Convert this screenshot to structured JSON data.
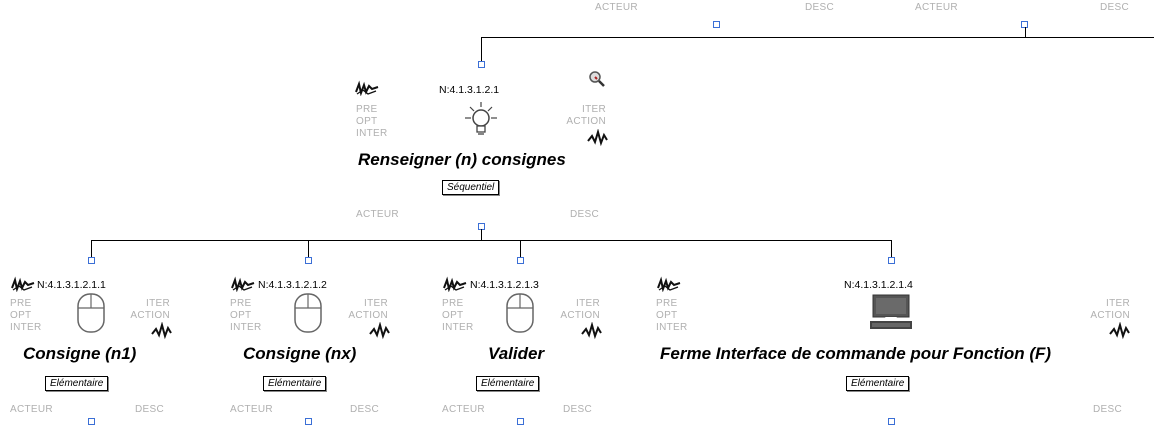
{
  "labels": {
    "pre": "PRE",
    "opt": "OPT",
    "inter": "INTER",
    "iter": "ITER",
    "action": "ACTION",
    "acteur": "ACTEUR",
    "desc": "DESC"
  },
  "parent": {
    "id": "N:4.1.3.1.2.1",
    "title": "Renseigner (n) consignes",
    "type": "Séquentiel"
  },
  "children": [
    {
      "id": "N:4.1.3.1.2.1.1",
      "title": "Consigne (n1)",
      "type": "Elémentaire",
      "icon": "mouse-icon"
    },
    {
      "id": "N:4.1.3.1.2.1.2",
      "title": "Consigne (nx)",
      "type": "Elémentaire",
      "icon": "mouse-icon"
    },
    {
      "id": "N:4.1.3.1.2.1.3",
      "title": "Valider",
      "type": "Elémentaire",
      "icon": "mouse-icon"
    },
    {
      "id": "N:4.1.3.1.2.1.4",
      "title": "Ferme Interface de commande pour Fonction (F)",
      "type": "Elémentaire",
      "icon": "computer-icon"
    }
  ]
}
